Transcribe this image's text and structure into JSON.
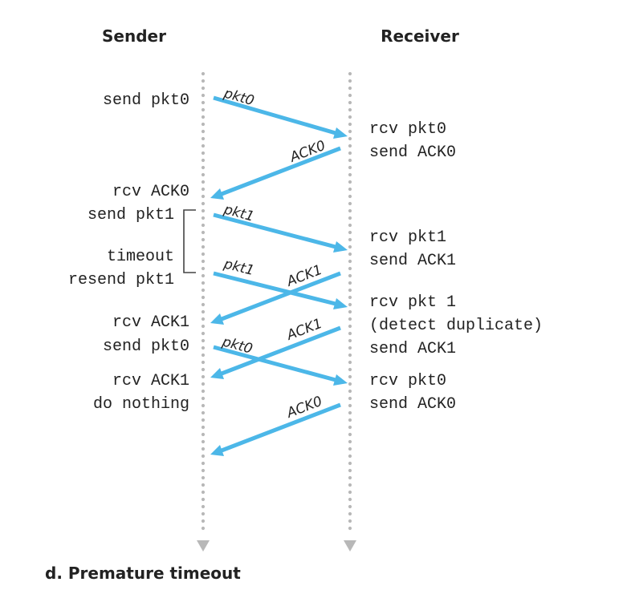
{
  "headers": {
    "sender": "Sender",
    "receiver": "Receiver"
  },
  "caption": "d. Premature timeout",
  "sender_events": [
    "send pkt0",
    "rcv ACK0",
    "send pkt1",
    "timeout",
    "resend pkt1",
    "rcv ACK1",
    "send pkt0",
    "rcv ACK1",
    "do nothing"
  ],
  "receiver_events": [
    "rcv pkt0",
    "send ACK0",
    "rcv pkt1",
    "send ACK1",
    "rcv pkt 1",
    "(detect duplicate)",
    "send ACK1",
    "rcv pkt0",
    "send ACK0"
  ],
  "messages": [
    {
      "label": "pkt0",
      "direction": "sender-to-receiver"
    },
    {
      "label": "ACK0",
      "direction": "receiver-to-sender"
    },
    {
      "label": "pkt1",
      "direction": "sender-to-receiver"
    },
    {
      "label": "pkt1",
      "direction": "sender-to-receiver"
    },
    {
      "label": "ACK1",
      "direction": "receiver-to-sender"
    },
    {
      "label": "ACK1",
      "direction": "receiver-to-sender"
    },
    {
      "label": "pkt0",
      "direction": "sender-to-receiver"
    },
    {
      "label": "ACK0",
      "direction": "receiver-to-sender"
    }
  ],
  "colors": {
    "arrow": "#4cb7e8",
    "timeline": "#b8b8b8",
    "text": "#222222"
  }
}
